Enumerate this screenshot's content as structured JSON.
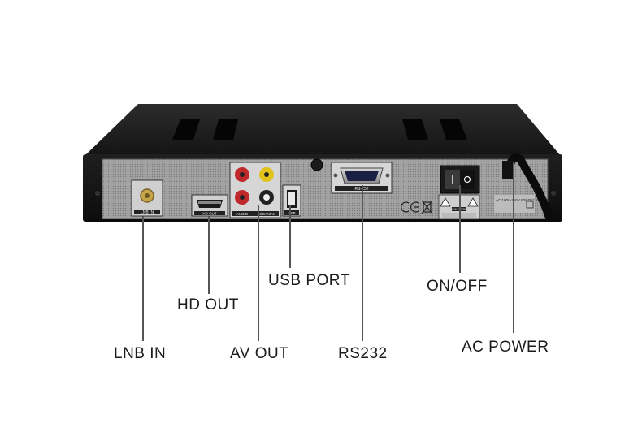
{
  "device": {
    "name": "set-top-box-rear-panel",
    "port_labels": {
      "lnb": "LNB IN",
      "hdmi": "HD OUT",
      "audio": "AUDIO",
      "coaxial": "COAXIAL",
      "usb": "USB",
      "rs232": "RS-232",
      "caution": "CAUTION",
      "power_spec": "AC 100V-250V 50/60Hz max 20W"
    }
  },
  "callouts": [
    {
      "id": "lnb-in",
      "label": "LNB IN"
    },
    {
      "id": "hd-out",
      "label": "HD OUT"
    },
    {
      "id": "av-out",
      "label": "AV OUT"
    },
    {
      "id": "usb-port",
      "label": "USB PORT"
    },
    {
      "id": "rs232",
      "label": "RS232"
    },
    {
      "id": "on-off",
      "label": "ON/OFF"
    },
    {
      "id": "ac-power",
      "label": "AC POWER"
    }
  ],
  "colors": {
    "background": "#ffffff",
    "case": "#1a1a1a",
    "panel": "#9a9a9a",
    "rca_red": "#c0282c",
    "rca_yellow": "#e0c21a",
    "rca_white": "#eeeeee",
    "leader_line": "#555555"
  }
}
